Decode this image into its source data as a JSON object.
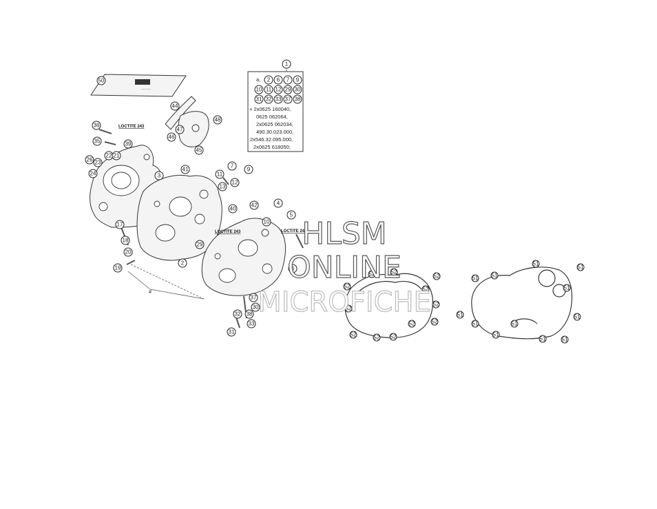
{
  "diagram": {
    "kit_callout": "1",
    "kit_box": {
      "prefix": "a,",
      "row1": [
        "2",
        "6",
        "7",
        "9"
      ],
      "row2": [
        "10",
        "11",
        "12",
        "29",
        "30"
      ],
      "row3": [
        "31",
        "32",
        "33",
        "37",
        "38"
      ],
      "lines": [
        "+ 2x0625 160040,",
        "0625 062064,",
        "2x0625 062034,",
        "490.30.023.000,",
        "2x546.32.095.000,",
        "2x0625 618050;"
      ]
    },
    "loctite_labels": [
      "LOCTITE 243",
      "LOCTITE 243",
      "LOCTITE 243"
    ],
    "callouts": [
      "50",
      "44",
      "48",
      "46",
      "47",
      "45",
      "36",
      "35",
      "39",
      "26",
      "22",
      "21",
      "23",
      "24",
      "3",
      "41",
      "11",
      "7",
      "9",
      "13",
      "12",
      "40",
      "42",
      "4",
      "5",
      "17",
      "10",
      "29",
      "20",
      "2",
      "19",
      "18",
      "37",
      "33",
      "38",
      "32",
      "31",
      "30",
      "6"
    ],
    "gasket_callouts": [
      "52",
      "52",
      "52",
      "52",
      "52",
      "52",
      "52",
      "52",
      "52",
      "52",
      "52",
      "52",
      "51",
      "51",
      "51",
      "51",
      "51",
      "51",
      "51",
      "51",
      "51",
      "51",
      "51",
      "51"
    ],
    "hash_mark": "#"
  },
  "watermark": {
    "line1": "HLSM",
    "line2": "ONLINE",
    "line3": "MICROFICHE"
  }
}
